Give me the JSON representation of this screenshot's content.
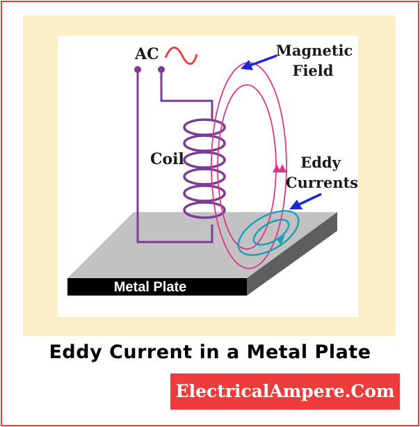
{
  "diagram": {
    "labels": {
      "ac": "AC",
      "magnetic_field_line1": "Magnetic",
      "magnetic_field_line2": "Field",
      "coil": "Coil",
      "eddy_line1": "Eddy",
      "eddy_line2": "Currents",
      "metal_plate": "Metal Plate"
    },
    "colors": {
      "wire": "#7b3c96",
      "field": "#e0338a",
      "eddy": "#1e9eb8",
      "arrow": "#1a28d8",
      "ac_wave": "#e8403a",
      "plate_top": "#bdbdbd",
      "plate_side": "#5a5a5a",
      "plate_front": "#000000"
    }
  },
  "caption": "Eddy Current in a Metal Plate",
  "badge": "ElectricalAmpere.Com"
}
